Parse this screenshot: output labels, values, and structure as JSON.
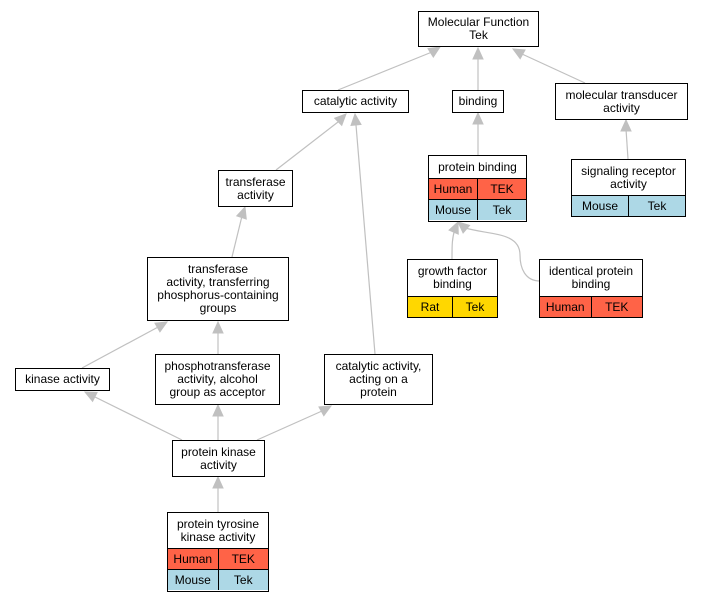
{
  "nodes": {
    "mf": {
      "label": "Molecular Function\nTek"
    },
    "catalytic": {
      "label": "catalytic activity"
    },
    "binding": {
      "label": "binding"
    },
    "transducer": {
      "label": "molecular transducer\nactivity"
    },
    "transferase": {
      "label": "transferase\nactivity"
    },
    "protein_binding": {
      "label": "protein binding",
      "rows": [
        {
          "species": "Human",
          "gene": "TEK"
        },
        {
          "species": "Mouse",
          "gene": "Tek"
        }
      ]
    },
    "signaling": {
      "label": "signaling receptor\nactivity",
      "rows": [
        {
          "species": "Mouse",
          "gene": "Tek"
        }
      ]
    },
    "phospho_groups": {
      "label": "transferase\nactivity, transferring\nphosphorus-containing\ngroups"
    },
    "growth_factor": {
      "label": "growth factor\nbinding",
      "rows": [
        {
          "species": "Rat",
          "gene": "Tek"
        }
      ]
    },
    "identical": {
      "label": "identical protein\nbinding",
      "rows": [
        {
          "species": "Human",
          "gene": "TEK"
        }
      ]
    },
    "kinase": {
      "label": "kinase activity"
    },
    "phosphotransferase": {
      "label": "phosphotransferase\nactivity, alcohol\ngroup as acceptor"
    },
    "cat_protein": {
      "label": "catalytic activity,\nacting on a\nprotein"
    },
    "protein_kinase": {
      "label": "protein kinase\nactivity"
    },
    "tyrosine_kinase": {
      "label": "protein tyrosine\nkinase activity",
      "rows": [
        {
          "species": "Human",
          "gene": "TEK"
        },
        {
          "species": "Mouse",
          "gene": "Tek"
        }
      ]
    }
  },
  "colors": {
    "human": "#ff6347",
    "mouse": "#add8e6",
    "rat": "#ffd700",
    "edge": "#c0c0c0",
    "border": "#000000"
  }
}
